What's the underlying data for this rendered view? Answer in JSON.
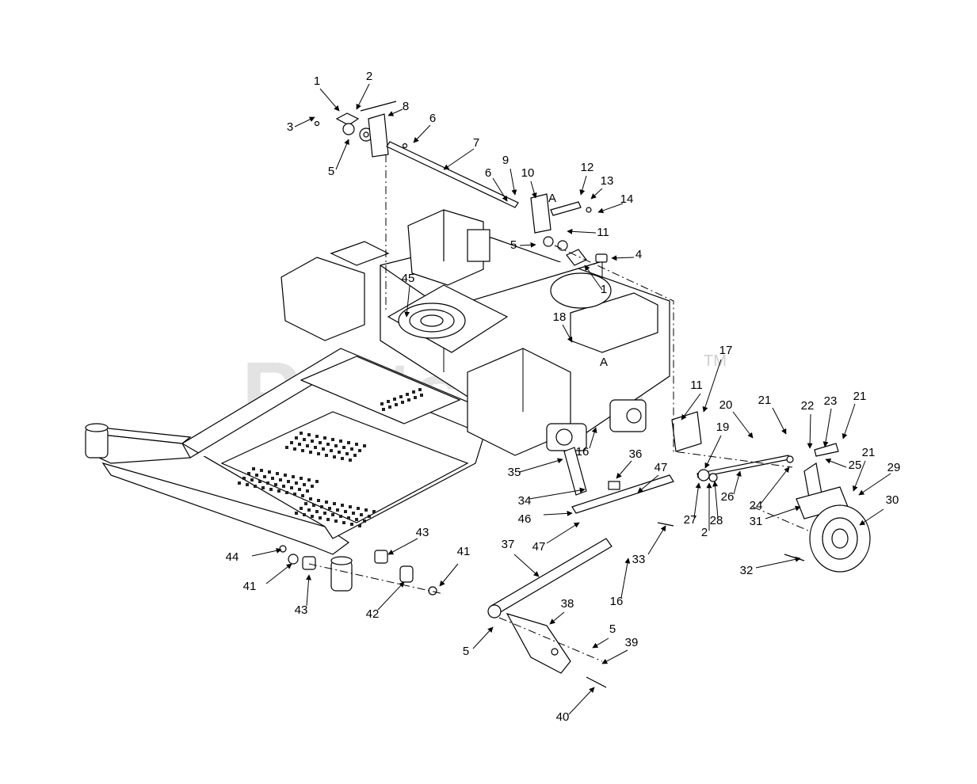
{
  "watermark": {
    "text": "PartsTree",
    "trademark": "TM"
  },
  "reference_marks": [
    "A",
    "A"
  ],
  "callouts": [
    "1",
    "2",
    "8",
    "3",
    "5",
    "6",
    "7",
    "6",
    "9",
    "10",
    "12",
    "13",
    "14",
    "11",
    "5",
    "4",
    "1",
    "45",
    "18",
    "11",
    "17",
    "20",
    "21",
    "22",
    "23",
    "21",
    "19",
    "25",
    "21",
    "29",
    "36",
    "47",
    "35",
    "16",
    "27",
    "2",
    "28",
    "26",
    "24",
    "30",
    "31",
    "34",
    "46",
    "47",
    "43",
    "44",
    "41",
    "43",
    "37",
    "33",
    "42",
    "41",
    "16",
    "32",
    "38",
    "5",
    "5",
    "39",
    "40"
  ]
}
